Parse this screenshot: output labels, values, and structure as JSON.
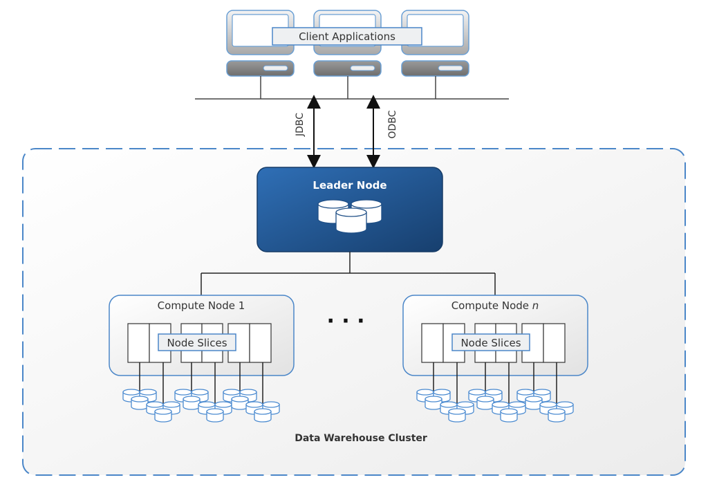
{
  "clients": {
    "label": "Client Applications",
    "count": 3
  },
  "connections": {
    "jdbc": "JDBC",
    "odbc": "ODBC"
  },
  "leader": {
    "label": "Leader Node"
  },
  "compute_nodes": [
    {
      "label": "Compute Node 1",
      "label_prefix": "Compute Node ",
      "label_suffix": "1",
      "slices_label": "Node Slices"
    },
    {
      "label": "Compute Node n",
      "label_prefix": "Compute Node ",
      "label_suffix": "n",
      "slices_label": "Node Slices"
    }
  ],
  "ellipsis": "· · ·",
  "cluster": {
    "label": "Data Warehouse Cluster"
  },
  "colors": {
    "accent_blue": "#2e6db4",
    "leader_dark": "#1f4f86",
    "dash_border": "#4a86c8",
    "disk_stroke": "#4a8ad0"
  }
}
